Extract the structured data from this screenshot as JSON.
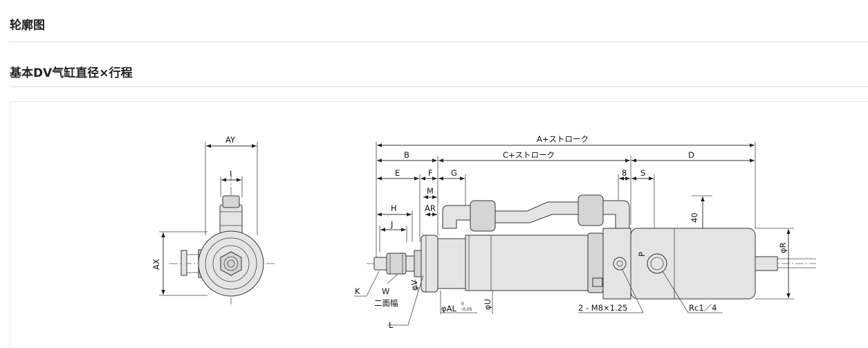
{
  "headings": {
    "section_title": "轮廓图",
    "subsection_title": "基本DV气缸直径×行程"
  },
  "drawing": {
    "dims": {
      "ay": "AY",
      "i": "I",
      "ax": "AX",
      "a_stroke": "A+ストローク",
      "b": "B",
      "c_stroke": "C+ストローク",
      "d": "D",
      "e": "E",
      "f": "F",
      "g": "G",
      "eight": "8",
      "s": "S",
      "m": "M",
      "h": "H",
      "ar": "AR",
      "j": "J",
      "forty": "40",
      "phi_r": "φR",
      "p": "P",
      "k": "K",
      "w": "W",
      "phi_v": "φV",
      "flats": "二面幅",
      "phi_al": "φAL",
      "tol_upper": "0",
      "tol_lower": "-0.05",
      "phi_u": "φU",
      "l": "L",
      "tapped": "2 - M8×1.25",
      "rc": "Rc1／4"
    }
  }
}
